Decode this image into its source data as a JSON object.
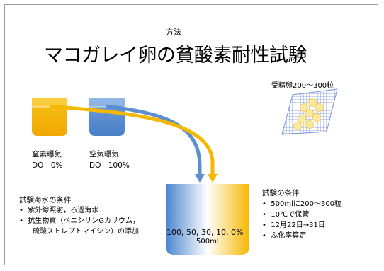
{
  "title": {
    "ruby": "方法",
    "main": "マコガレイ卵の貧酸素耐性試験"
  },
  "eggs_label": "受精卵200～300粒",
  "tanks": [
    {
      "label": "窒素曝気",
      "do": "DO　0%"
    },
    {
      "label": "空気曝気",
      "do": "DO　100%"
    }
  ],
  "seawater": {
    "heading": "試験海水の条件",
    "items": [
      "紫外線照射，ろ過海水",
      "抗生物質（ペニシリンGカリウム，",
      "硫酸ストレプトマイシン）の添加"
    ]
  },
  "test_conditions": {
    "heading": "試験の条件",
    "items": [
      "500mlに200～300粒",
      "10℃で保管",
      "12月22日→31日",
      "ふ化率算定"
    ]
  },
  "beaker": {
    "concentrations": "100, 50, 30, 10, 0%",
    "volume": "500ml"
  },
  "colors": {
    "nitrogen_tank": "#f5b800",
    "air_tank": "#5b8fd0",
    "egg": "#fde9a0",
    "mesh": "#7a8fd8"
  }
}
